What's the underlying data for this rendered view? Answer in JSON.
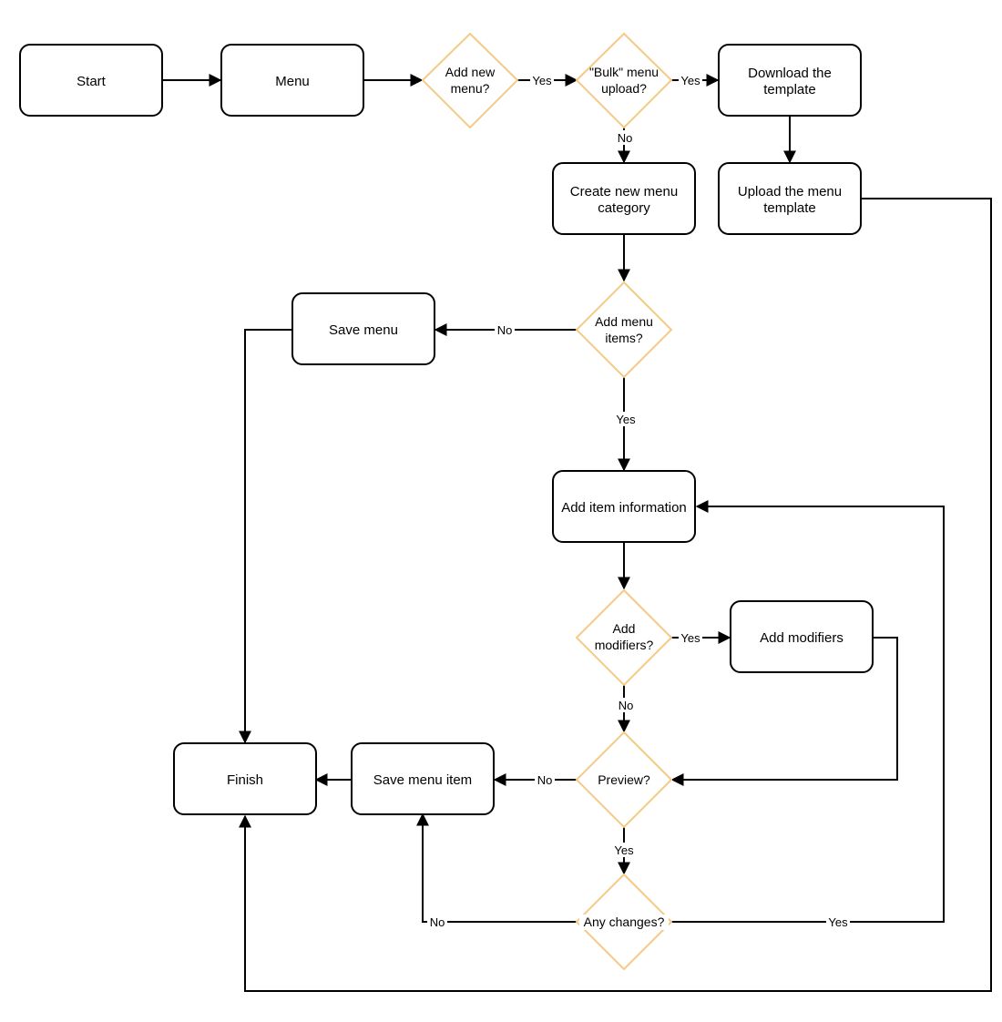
{
  "nodes": {
    "start": "Start",
    "menu": "Menu",
    "add_new_menu": [
      "Add new",
      "menu?"
    ],
    "bulk_upload": [
      "\"Bulk\" menu",
      "upload?"
    ],
    "download_template": [
      "Download the",
      "template"
    ],
    "upload_template": [
      "Upload the menu",
      "template"
    ],
    "create_category": [
      "Create new menu",
      "category"
    ],
    "add_menu_items": [
      "Add menu",
      "items?"
    ],
    "save_menu": "Save menu",
    "add_item_info": "Add item information",
    "add_modifiers_q": [
      "Add",
      "modifiers?"
    ],
    "add_modifiers": "Add modifiers",
    "preview": "Preview?",
    "save_menu_item": "Save menu item",
    "finish": "Finish",
    "any_changes": "Any changes?"
  },
  "edge_labels": {
    "yes": "Yes",
    "no": "No"
  },
  "colors": {
    "decision_stroke": "#f5c987",
    "process_stroke": "#000000"
  }
}
